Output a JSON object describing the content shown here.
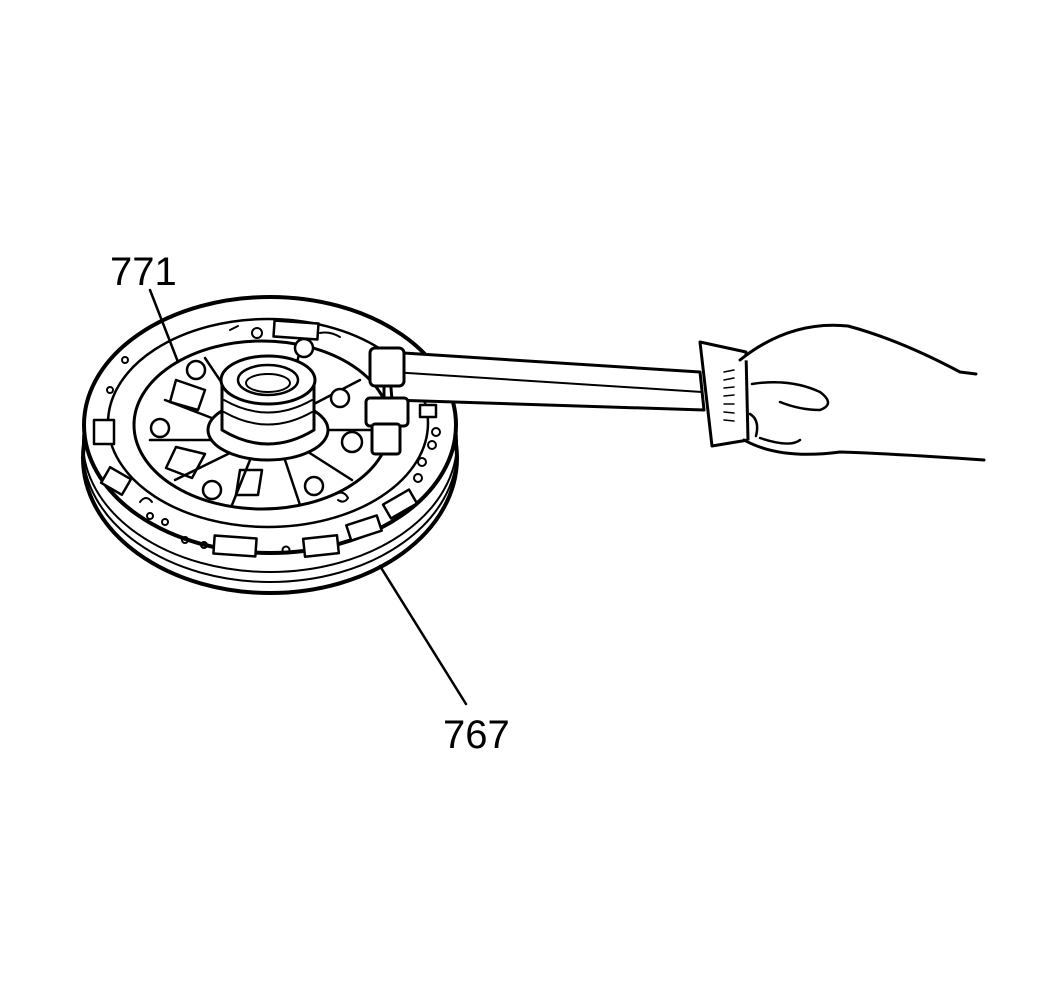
{
  "diagram": {
    "callouts": [
      {
        "id": "771",
        "text": "771"
      },
      {
        "id": "767",
        "text": "767"
      }
    ],
    "colors": {
      "ink": "#000000",
      "background": "#ffffff"
    }
  }
}
